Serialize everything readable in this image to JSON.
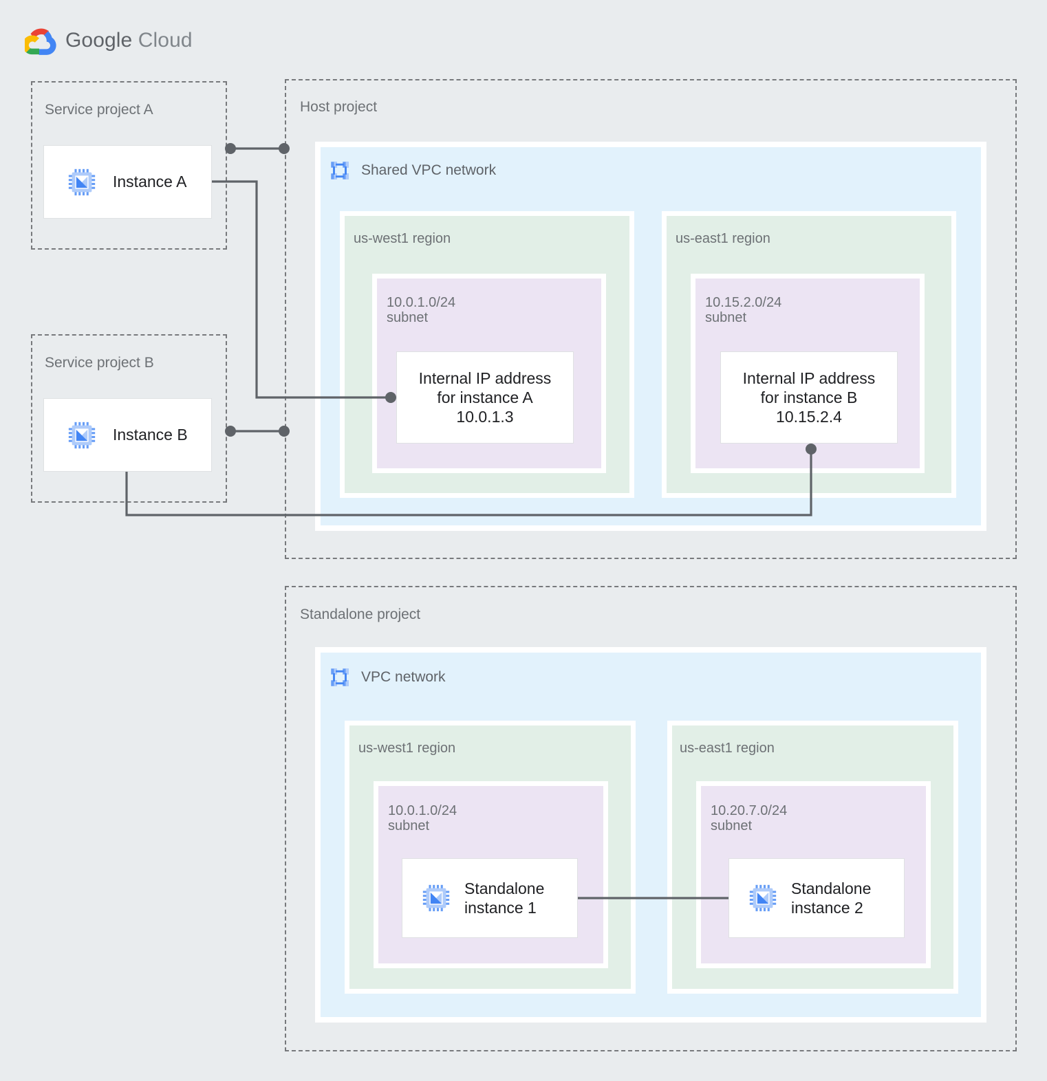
{
  "logo": {
    "word_bold": "Google",
    "word_light": "Cloud",
    "icon": "google-cloud-logo"
  },
  "projects": [
    {
      "id": "service-project-a",
      "label": "Service project A"
    },
    {
      "id": "service-project-b",
      "label": "Service project B"
    },
    {
      "id": "host-project",
      "label": "Host project"
    },
    {
      "id": "standalone-project",
      "label": "Standalone project"
    }
  ],
  "networks": [
    {
      "id": "shared-vpc-network",
      "title": "Shared VPC network",
      "icon": "vpc-network-icon"
    },
    {
      "id": "vpc-network",
      "title": "VPC network",
      "icon": "vpc-network-icon"
    }
  ],
  "regions": {
    "host_west": "us-west1 region",
    "host_east": "us-east1 region",
    "standalone_west": "us-west1 region",
    "standalone_east": "us-east1 region"
  },
  "subnets": {
    "host_west": "10.0.1.0/24\nsubnet",
    "host_east": "10.15.2.0/24\nsubnet",
    "standalone_west": "10.0.1.0/24\nsubnet",
    "standalone_east": "10.20.7.0/24\nsubnet"
  },
  "instances": {
    "instance_a": "Instance A",
    "instance_b": "Instance B",
    "standalone_1": "Standalone\ninstance 1",
    "standalone_2": "Standalone\ninstance 2"
  },
  "ip_cards": {
    "instance_a": "Internal IP address\nfor instance A\n10.0.1.3",
    "instance_b": "Internal IP address\nfor instance B\n10.15.2.4"
  },
  "colors": {
    "page_background": "#e9ecee",
    "vpc_network": "#e2f2fc",
    "region": "#e2efe7",
    "subnet": "#ece4f3",
    "card": "#ffffff",
    "connector": "#5f6368",
    "dashed_border": "#77797c",
    "label_text": "#6d7175",
    "icon_blue": "#669df6",
    "icon_blue_light": "#aecbfa"
  }
}
